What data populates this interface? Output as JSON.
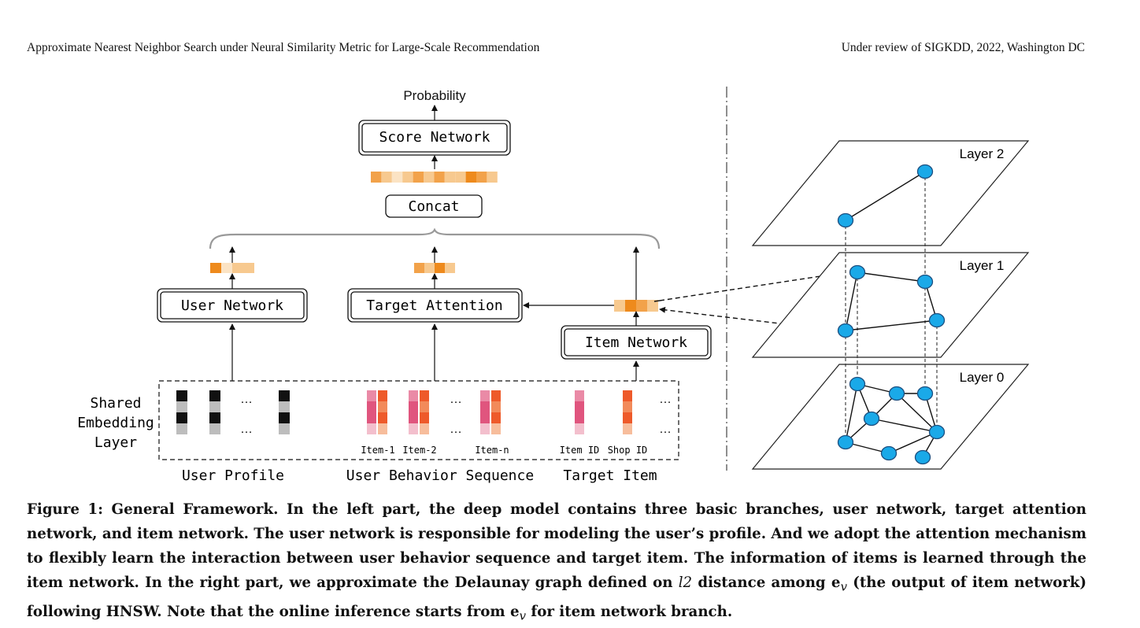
{
  "header": {
    "left": "Approximate Nearest Neighbor Search under Neural Similarity Metric for Large-Scale Recommendation",
    "right": "Under review of SIGKDD, 2022, Washington DC"
  },
  "figure": {
    "probability": "Probability",
    "score_network": "Score Network",
    "concat": "Concat",
    "user_network": "User Network",
    "target_attention": "Target Attention",
    "item_network": "Item Network",
    "shared_embedding": [
      "Shared",
      "Embedding",
      "Layer"
    ],
    "item_1": "Item-1",
    "item_2": "Item-2",
    "item_n": "Item-n",
    "item_id": "Item ID",
    "shop_id": "Shop ID",
    "ellipsis": "…",
    "user_profile": "User Profile",
    "user_behavior_sequence": "User Behavior Sequence",
    "target_item": "Target Item",
    "layer_2": "Layer 2",
    "layer_1": "Layer 1",
    "layer_0": "Layer 0"
  },
  "caption": {
    "part1": "Figure 1: General Framework. In the left part, the deep model contains three basic branches, user network, target attention network, and item network. The user network is responsible for modeling the user’s profile. And we adopt the attention mechanism to flexibly learn the interaction between user behavior sequence and target item. The information of items is learned through the item network. In the right part, we approximate the Delaunay graph defined on ",
    "l2": "l2",
    "part2": " distance among e",
    "sub_v": "v",
    "part3": " (the output of item network) following HNSW. Note that the online inference starts from e",
    "part4": " for item network branch."
  },
  "colors": {
    "node_fill": "#1aa9e8",
    "node_stroke": "#1c4f80",
    "orange_dark": "#ee8a1c",
    "orange_mid": "#f2a24a",
    "orange_light": "#f7c98f",
    "orange_pale": "#fbe3c4",
    "pink_dark": "#e0557e",
    "pink_mid": "#ea8aa6",
    "pink_light": "#f3bfcd",
    "red_dark": "#ee5a2a",
    "red_mid": "#f28a5a",
    "red_light": "#f7bd9c",
    "black": "#111111",
    "gray": "#bdbdbd"
  },
  "icons": [
    "arrow-icon",
    "brace-icon",
    "graph-node-icon"
  ]
}
